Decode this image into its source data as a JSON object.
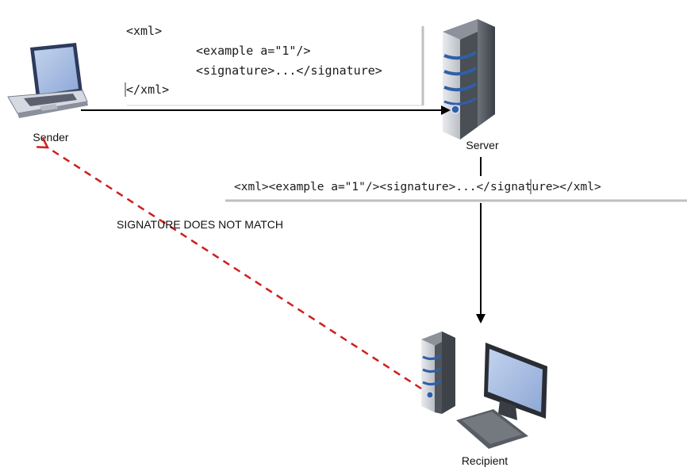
{
  "nodes": {
    "sender": {
      "label": "Sender"
    },
    "server": {
      "label": "Server"
    },
    "recipient": {
      "label": "Recipient"
    }
  },
  "signed_xml": {
    "lines": [
      "<xml>",
      "<example a=\"1\"/>",
      "<signature>...</signature>",
      "</xml>"
    ]
  },
  "forwarded_xml": {
    "text": "<xml><example a=\"1\"/><signature>...</signature></xml>"
  },
  "result": {
    "label": "SIGNATURE DOES NOT MATCH"
  },
  "colors": {
    "flow_arrow": "#000000",
    "error_arrow": "#cc1f1f",
    "server_body": "#4a4e55",
    "server_stripes": "#2f5fa8",
    "screen": "#9fb6de",
    "divider": "#bfbfbf"
  },
  "icons": {
    "sender": "laptop-icon",
    "server": "server-tower-icon",
    "recipient": "desktop-computer-icon"
  }
}
